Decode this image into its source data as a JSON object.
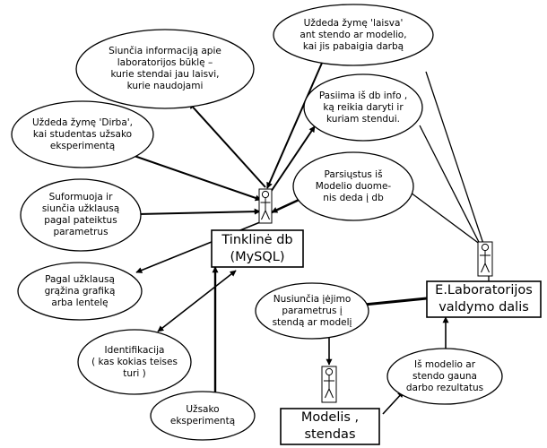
{
  "diagram": {
    "boxes": {
      "db": "Tinklinė db\n(MySQL)",
      "lab": "E.Laboratorijos\nvaldymo dalis",
      "model": "Modelis ,\nstendas"
    },
    "ellipses": {
      "laisva": "Uždeda žymę 'laisva'\nant stendo ar modelio,\nkai jis pabaigia darbą",
      "siuncia_info": "Siunčia informaciją apie\nlaboratorijos būklę –\nkurie stendai jau laisvi,\nkurie naudojami",
      "pasiima": "Pasiima iš db info ,\nką reikia daryti ir\nkuriam stendui.",
      "dirba": "Uždeda žymę 'Dirba',\nkai studentas užsako\neksperimentą",
      "parsiustus": "Parsiųstus iš\nModelio duome-\nnis deda į db",
      "suformuoja": "Suformuoja ir\nsiunčia užklausą\npagal pateiktus\nparametrus",
      "pagal_uzklausa": "Pagal užklausą\ngrąžina grafiką\narba lentelę",
      "nusiuncia": "Nusiunčia įėjimo\nparametrus į\nstendą ar modelį",
      "identifikacija": "Identifikacija\n( kas kokias teises\nturi )",
      "is_modelio": "Iš modelio ar\nstendo gauna\ndarbo rezultatus",
      "uzsako": "Užsako\neksperimentą"
    }
  }
}
